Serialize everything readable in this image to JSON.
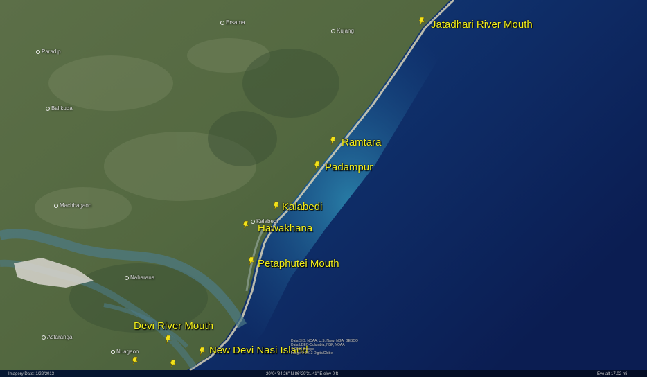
{
  "markers": [
    {
      "label": "Jatadhari River Mouth"
    },
    {
      "label": "Ramtara"
    },
    {
      "label": "Padampur"
    },
    {
      "label": "Kalabedi"
    },
    {
      "label": "Hawakhana"
    },
    {
      "label": "Petaphutei Mouth"
    },
    {
      "label": "Devi River Mouth"
    },
    {
      "label": "New Devi Nasi Island"
    }
  ],
  "places": [
    {
      "label": "Ersama"
    },
    {
      "label": "Kujang"
    },
    {
      "label": "Paradip"
    },
    {
      "label": "Balikuda"
    },
    {
      "label": "Machhagaon"
    },
    {
      "label": "Kalabedi"
    },
    {
      "label": "Naharana"
    },
    {
      "label": "Astaranga"
    },
    {
      "label": "Nuagaon"
    }
  ],
  "credits": {
    "line1": "Data SIO, NOAA, U.S. Navy, NGA, GEBCO",
    "line2": "Data LDEO-Columbia, NSF, NOAA",
    "line3": "© 2013 Google",
    "line4": "Image © 2013 DigitalGlobe"
  },
  "status": {
    "imagery_date": "Imagery Date: 1/22/2013",
    "coordinates": "20°04'34.26\" N  86°29'31.41\" E  elev   0 ft",
    "eye_alt": "Eye alt   17.02 mi"
  },
  "colors": {
    "land": "#556a44",
    "deep_ocean": "#0e2563",
    "marker_label": "#f2ee1a"
  },
  "icons": {
    "marker": "yellow-pushpin-icon"
  }
}
